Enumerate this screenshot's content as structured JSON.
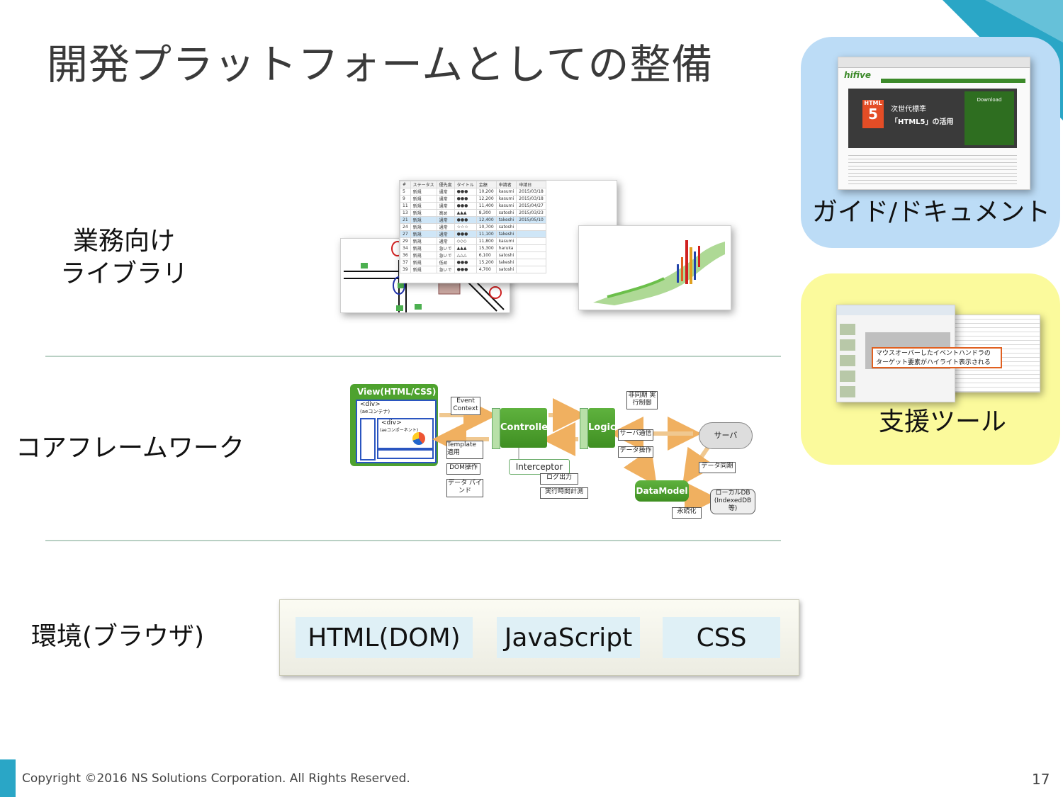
{
  "slide": {
    "title": "開発プラットフォームとしての整備",
    "rows": {
      "business_library": {
        "line1": "業務向け",
        "line2": "ライブラリ"
      },
      "core_framework": "コアフレームワーク",
      "environment": "環境(ブラウザ)"
    },
    "environment_items": [
      "HTML(DOM)",
      "JavaScript",
      "CSS"
    ],
    "panels": {
      "guide": "ガイド/ドキュメント",
      "tools": "支援ツール"
    },
    "framework_diagram": {
      "view_title": "View(HTML/CSS)",
      "div_container": "<div>",
      "div_container_sub": "(aeコンテナ)",
      "div_component": "<div>",
      "div_component_sub": "(aeコンポーネント)",
      "event_context": "Event Context",
      "template": "Template 適用",
      "dom_op": "DOM操作",
      "data_bind": "データ バインド",
      "controller": "Controller",
      "logic": "Logic",
      "interceptor": "Interceptor",
      "log_output": "ログ出力",
      "exec_time": "実行時間計測",
      "async": "非同期 実行制御",
      "server_comm": "サーバ通信",
      "data_op": "データ操作",
      "server": "サーバ",
      "data_sync": "データ同期",
      "datamodel": "DataModel",
      "persist": "永続化",
      "local_db": "ローカルDB (IndexedDB等)"
    },
    "guide_screenshot": {
      "logo": "hifive",
      "banner_line1": "次世代標準",
      "banner_line2": "「HTML5」の活用",
      "html5_badge": "HTML",
      "download": "Download"
    },
    "tool_screenshot": {
      "callout_line1": "マウスオーバーしたイベントハンドラの",
      "callout_line2": "ターゲット要素がハイライト表示される"
    },
    "grid_screenshot": {
      "headers": [
        "#",
        "ステータス",
        "優先度",
        "タイトル",
        "金額",
        "申請者",
        "申請日"
      ],
      "rows": [
        [
          "5",
          "新規",
          "通常",
          "●●●",
          "10,200",
          "kasumi",
          "2015/03/18"
        ],
        [
          "9",
          "新規",
          "通常",
          "●●●",
          "12,200",
          "kasumi",
          "2015/03/18"
        ],
        [
          "11",
          "新規",
          "通常",
          "●●●",
          "11,400",
          "kasumi",
          "2015/04/27"
        ],
        [
          "13",
          "新規",
          "高め",
          "▲▲▲",
          "8,300",
          "satoshi",
          "2015/03/23"
        ],
        [
          "21",
          "新規",
          "通常",
          "●●●",
          "12,400",
          "takeshi",
          "2015/05/10"
        ],
        [
          "24",
          "新規",
          "通常",
          "☆☆☆",
          "10,700",
          "satoshi",
          ""
        ],
        [
          "27",
          "新規",
          "通常",
          "●●●",
          "11,100",
          "takeshi",
          ""
        ],
        [
          "29",
          "新規",
          "通常",
          "◇◇◇",
          "11,800",
          "kasumi",
          ""
        ],
        [
          "34",
          "新規",
          "急いで",
          "▲▲▲",
          "15,300",
          "haruka",
          ""
        ],
        [
          "36",
          "新規",
          "急いで",
          "△△△",
          "6,100",
          "satoshi",
          ""
        ],
        [
          "37",
          "新規",
          "低め",
          "●●●",
          "15,200",
          "takeshi",
          ""
        ],
        [
          "39",
          "新規",
          "急いで",
          "●●●",
          "4,700",
          "satoshi",
          ""
        ]
      ]
    },
    "footer": {
      "copyright": "Copyright ©2016 NS Solutions Corporation. All Rights Reserved.",
      "page_number": "17"
    },
    "colors": {
      "accent_teal": "#2aa6c6",
      "panel_blue": "#bcdcf6",
      "panel_yellow": "#fbfa9c",
      "separator": "#b9d0c4",
      "env_item": "#dff0f6",
      "framework_green": "#4ea22e"
    }
  }
}
